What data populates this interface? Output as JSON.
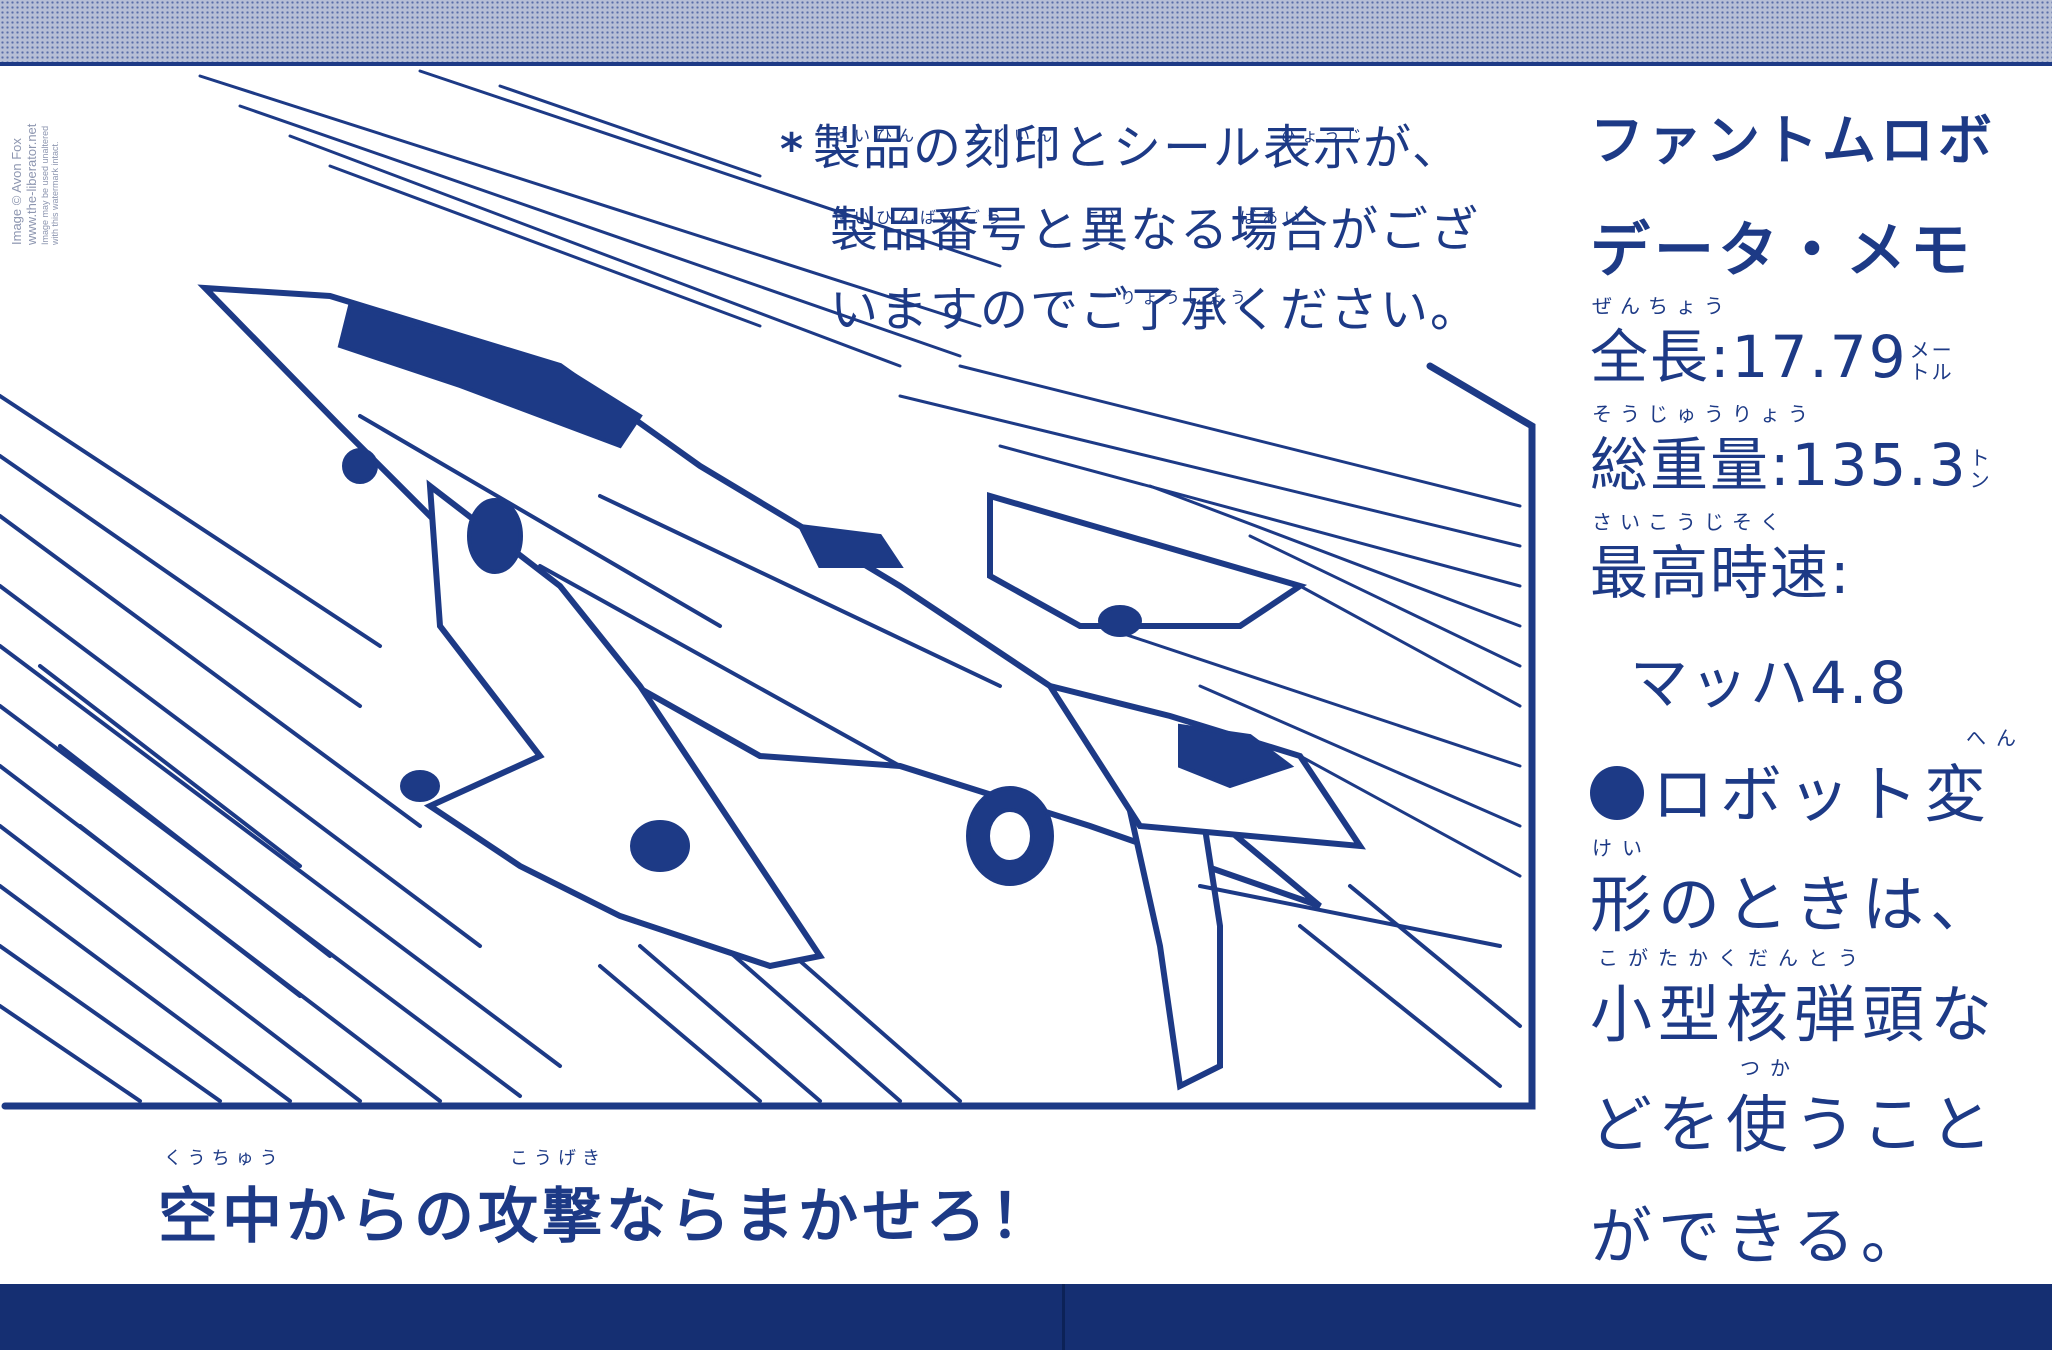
{
  "watermark": {
    "line1": "Image © Avon Fox",
    "line2": "www.the-liberator.net",
    "line3": "Image may be used unaltered",
    "line4": "with this watermark intact."
  },
  "notice": {
    "star": "*",
    "line1": "製品の刻印とシール表示が、",
    "line2": "製品番号と異なる場合がござ",
    "line3": "いますのでご了承ください。",
    "ruby1a": "せいひん",
    "ruby1b": "こくいん",
    "ruby1c": "ひょうじ",
    "ruby2a": "せいひんばんごう",
    "ruby2b": "こと",
    "ruby2c": "ばあい",
    "ruby3a": "りょうしょう"
  },
  "caption": {
    "text": "空中からの攻撃ならまかせろ！",
    "ruby_a": "くうちゅう",
    "ruby_b": "こうげき"
  },
  "memo": {
    "title1": "ファントムロボ",
    "title2": "データ・メモ",
    "length_ruby": "ぜんちょう",
    "length_label": "全長:",
    "length_value": "17.79",
    "length_unit_top": "メー",
    "length_unit_bottom": "トル",
    "weight_ruby": "そうじゅうりょう",
    "weight_label": "総重量:",
    "weight_value": "135.3",
    "weight_unit_top": "ト",
    "weight_unit_bottom": "ン",
    "speed_ruby": "さいこうじそく",
    "speed_label": "最高時速:",
    "speed_value": "マッハ4.8",
    "para_line1": "ロボット変",
    "para_ruby1": "へん",
    "para_ruby2": "けい",
    "para_line2": "形のときは、",
    "para_ruby3": "こがたかくだんとう",
    "para_line3": "小型核弾頭な",
    "para_ruby4": "つか",
    "para_line4": "どを使うこと",
    "para_line5": "ができる。"
  },
  "colors": {
    "ink": "#1d3a86",
    "band": "#152f72",
    "paper": "#ffffff"
  }
}
